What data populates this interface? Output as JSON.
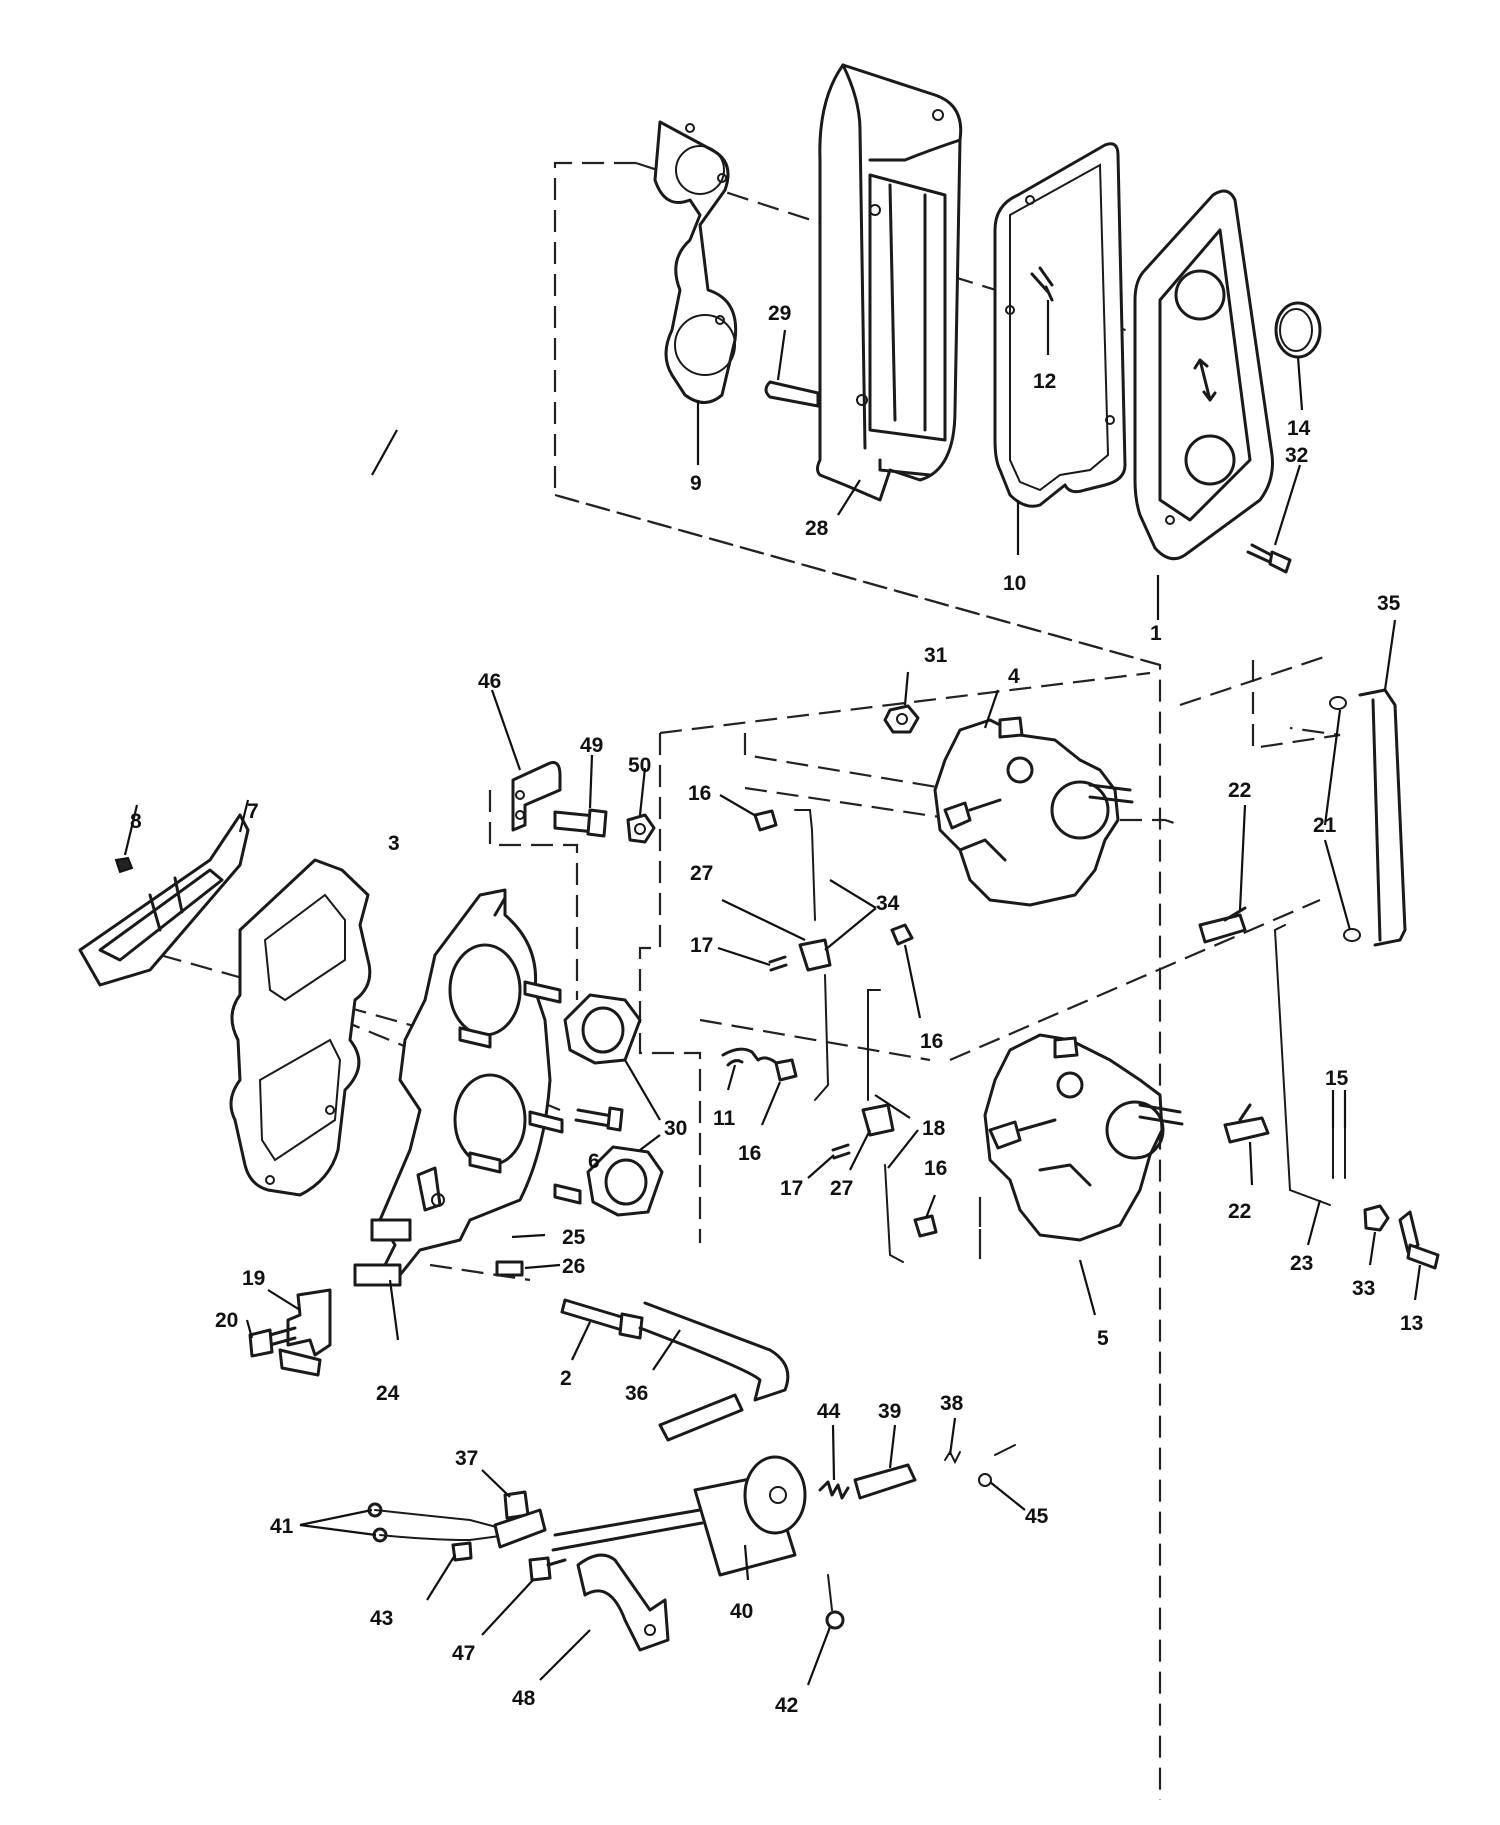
{
  "callouts": {
    "c1": "1",
    "c2": "2",
    "c3": "3",
    "c4": "4",
    "c5": "5",
    "c6": "6",
    "c7": "7",
    "c8": "8",
    "c9": "9",
    "c10": "10",
    "c11": "11",
    "c12": "12",
    "c13": "13",
    "c14": "14",
    "c15": "15",
    "c16a": "16",
    "c16b": "16",
    "c16c": "16",
    "c16d": "16",
    "c17a": "17",
    "c17b": "17",
    "c18": "18",
    "c19": "19",
    "c20": "20",
    "c21": "21",
    "c22a": "22",
    "c22b": "22",
    "c23": "23",
    "c24": "24",
    "c25": "25",
    "c26": "26",
    "c27a": "27",
    "c27b": "27",
    "c28": "28",
    "c29": "29",
    "c30": "30",
    "c31": "31",
    "c32": "32",
    "c33": "33",
    "c34": "34",
    "c35": "35",
    "c36": "36",
    "c37": "37",
    "c38": "38",
    "c39": "39",
    "c40": "40",
    "c41": "41",
    "c42": "42",
    "c43": "43",
    "c44": "44",
    "c45": "45",
    "c46": "46",
    "c47": "47",
    "c48": "48",
    "c49": "49",
    "c50": "50"
  }
}
